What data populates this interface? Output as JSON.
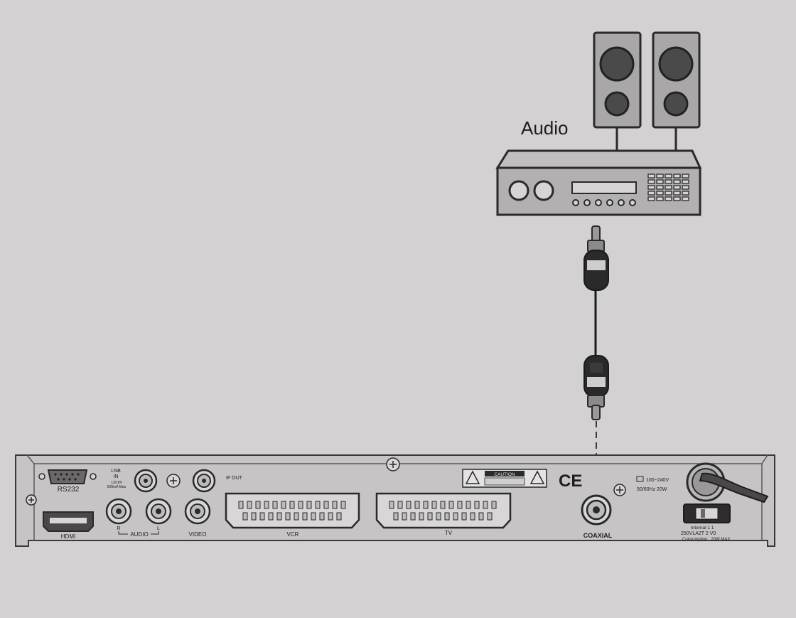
{
  "diagram": {
    "audio_label": "Audio",
    "device_labels": {
      "rs232": "RS232",
      "lnb": "LNB",
      "lnb_in": "IN",
      "lnb_spec1": "13/18V",
      "lnb_spec2": "500mA Max",
      "if_out": "IF OUT",
      "hdmi": "HDMI",
      "audio_r": "R",
      "audio": "AUDIO",
      "audio_l": "L",
      "video": "VIDEO",
      "vcr": "VCR",
      "tv": "TV",
      "coaxial": "COAXIAL",
      "caution": "CAUTION",
      "ce": "CE",
      "power_spec1": "100~240V",
      "power_spec2": "50/60Hz 20W",
      "model": "250VLA2T 2 V0",
      "internet": "Internal 1 1",
      "consumption": "Consumption : 20W MAX"
    }
  },
  "colors": {
    "background": "#d3d1d2",
    "device_fill": "#c6c4c5",
    "outline": "#2a2a2a",
    "speaker_fill": "#a9a7a8",
    "amp_fill": "#b2b0b1"
  }
}
